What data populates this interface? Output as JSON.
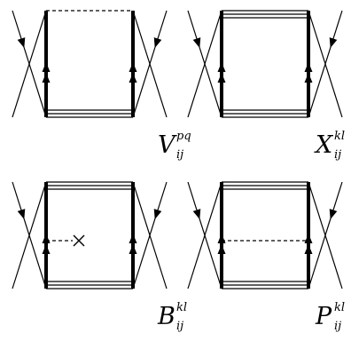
{
  "diagrams": [
    {
      "main": "V",
      "sup": "pq",
      "sub": "ij",
      "top_line": "dashed",
      "rung": "none"
    },
    {
      "main": "X",
      "sup": "kl",
      "sub": "ij",
      "top_line": "triple",
      "rung": "none"
    },
    {
      "main": "B",
      "sup": "kl",
      "sub": "ij",
      "top_line": "triple",
      "rung": "dashed-cross"
    },
    {
      "main": "P",
      "sup": "kl",
      "sub": "ij",
      "top_line": "triple",
      "rung": "dashed"
    }
  ],
  "colors": {
    "ink": "#000000",
    "background": "#ffffff"
  }
}
